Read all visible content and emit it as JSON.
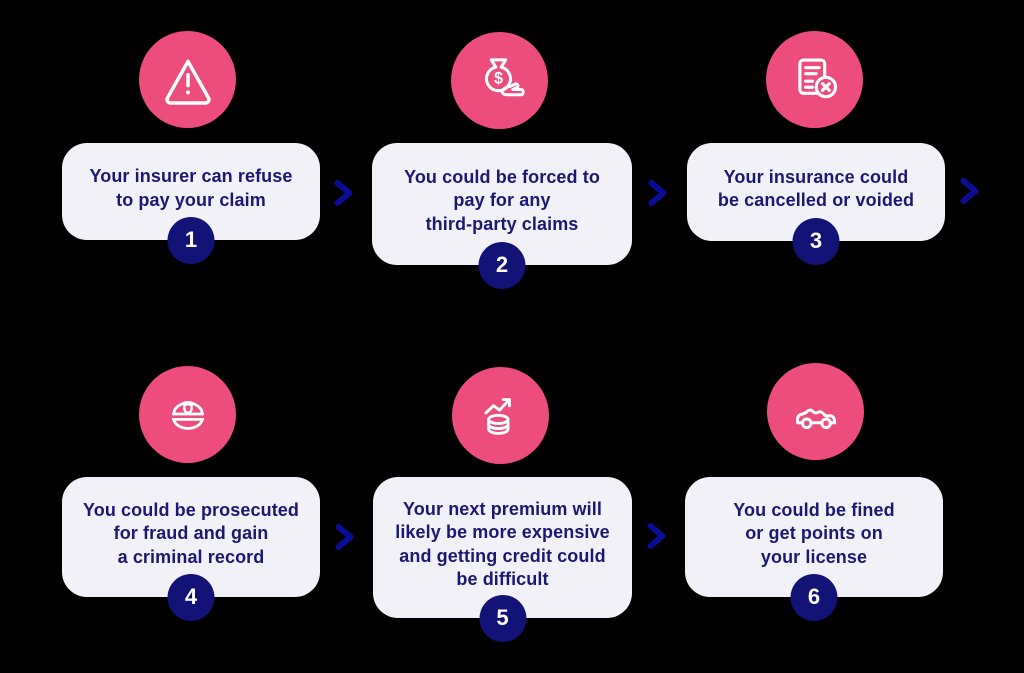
{
  "colors": {
    "pink": "#ec4d7c",
    "card": "#f2f1f8",
    "navy": "#1d1874",
    "badge": "#131277",
    "chevron": "#0d0c97",
    "background": "#000000",
    "icon_stroke": "#ffffff"
  },
  "steps": [
    {
      "number": "1",
      "icon": "warning-triangle-icon",
      "lines": [
        "Your insurer can refuse",
        "to pay your claim"
      ],
      "text": "Your insurer can refuse to pay your claim"
    },
    {
      "number": "2",
      "icon": "money-bag-hand-icon",
      "lines": [
        "You could be forced to",
        "pay for any",
        "third-party claims"
      ],
      "text": "You could be forced to pay for any third-party claims"
    },
    {
      "number": "3",
      "icon": "cancelled-document-icon",
      "lines": [
        "Your insurance could",
        "be cancelled or voided"
      ],
      "text": "Your insurance could be cancelled or voided"
    },
    {
      "number": "4",
      "icon": "police-hat-icon",
      "lines": [
        "You could be prosecuted",
        "for fraud and gain",
        "a criminal record"
      ],
      "text": "You could be prosecuted for fraud and gain a criminal record"
    },
    {
      "number": "5",
      "icon": "rising-coins-icon",
      "lines": [
        "Your next premium will",
        "likely be more expensive",
        "and getting credit could",
        "be difficult"
      ],
      "text": "Your next premium will likely be more expensive and getting credit could be difficult"
    },
    {
      "number": "6",
      "icon": "convertible-car-icon",
      "lines": [
        "You could be fined",
        "or get points on",
        "your license"
      ],
      "text": "You could be fined or get points on your license"
    }
  ]
}
